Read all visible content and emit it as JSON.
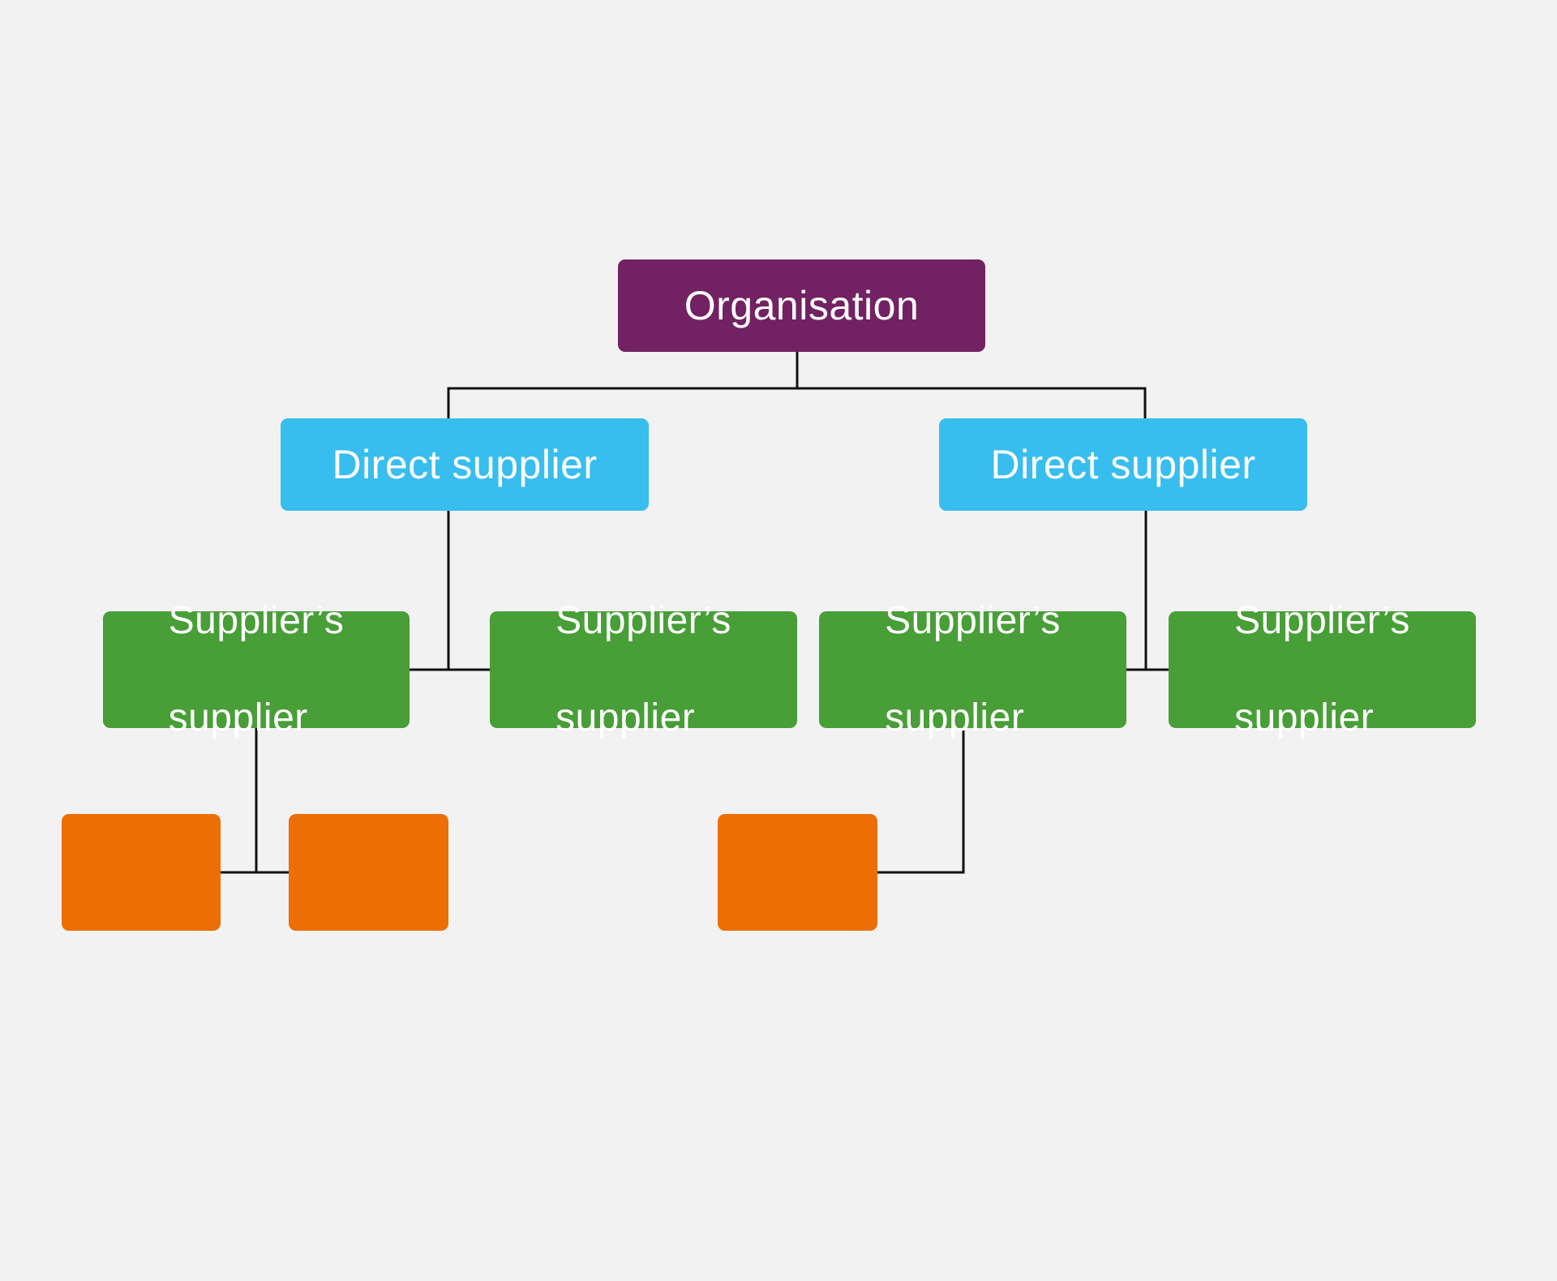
{
  "diagram": {
    "root": {
      "label": "Organisation",
      "color": "#722262"
    },
    "direct_suppliers": [
      {
        "label": "Direct supplier",
        "color": "#38bdef"
      },
      {
        "label": "Direct supplier",
        "color": "#38bdef"
      }
    ],
    "suppliers_suppliers": [
      {
        "line1": "Supplier’s",
        "line2": "supplier",
        "color": "#489e37"
      },
      {
        "line1": "Supplier’s",
        "line2": "supplier",
        "color": "#489e37"
      },
      {
        "line1": "Supplier’s",
        "line2": "supplier",
        "color": "#489e37"
      },
      {
        "line1": "Supplier’s",
        "line2": "supplier",
        "color": "#489e37"
      }
    ],
    "tier3_suppliers": [
      {
        "label": "",
        "color": "#ec6e04"
      },
      {
        "label": "",
        "color": "#ec6e04"
      },
      {
        "label": "",
        "color": "#ec6e04"
      }
    ],
    "connector_color": "#111111",
    "background_color": "#f2f2f2"
  }
}
